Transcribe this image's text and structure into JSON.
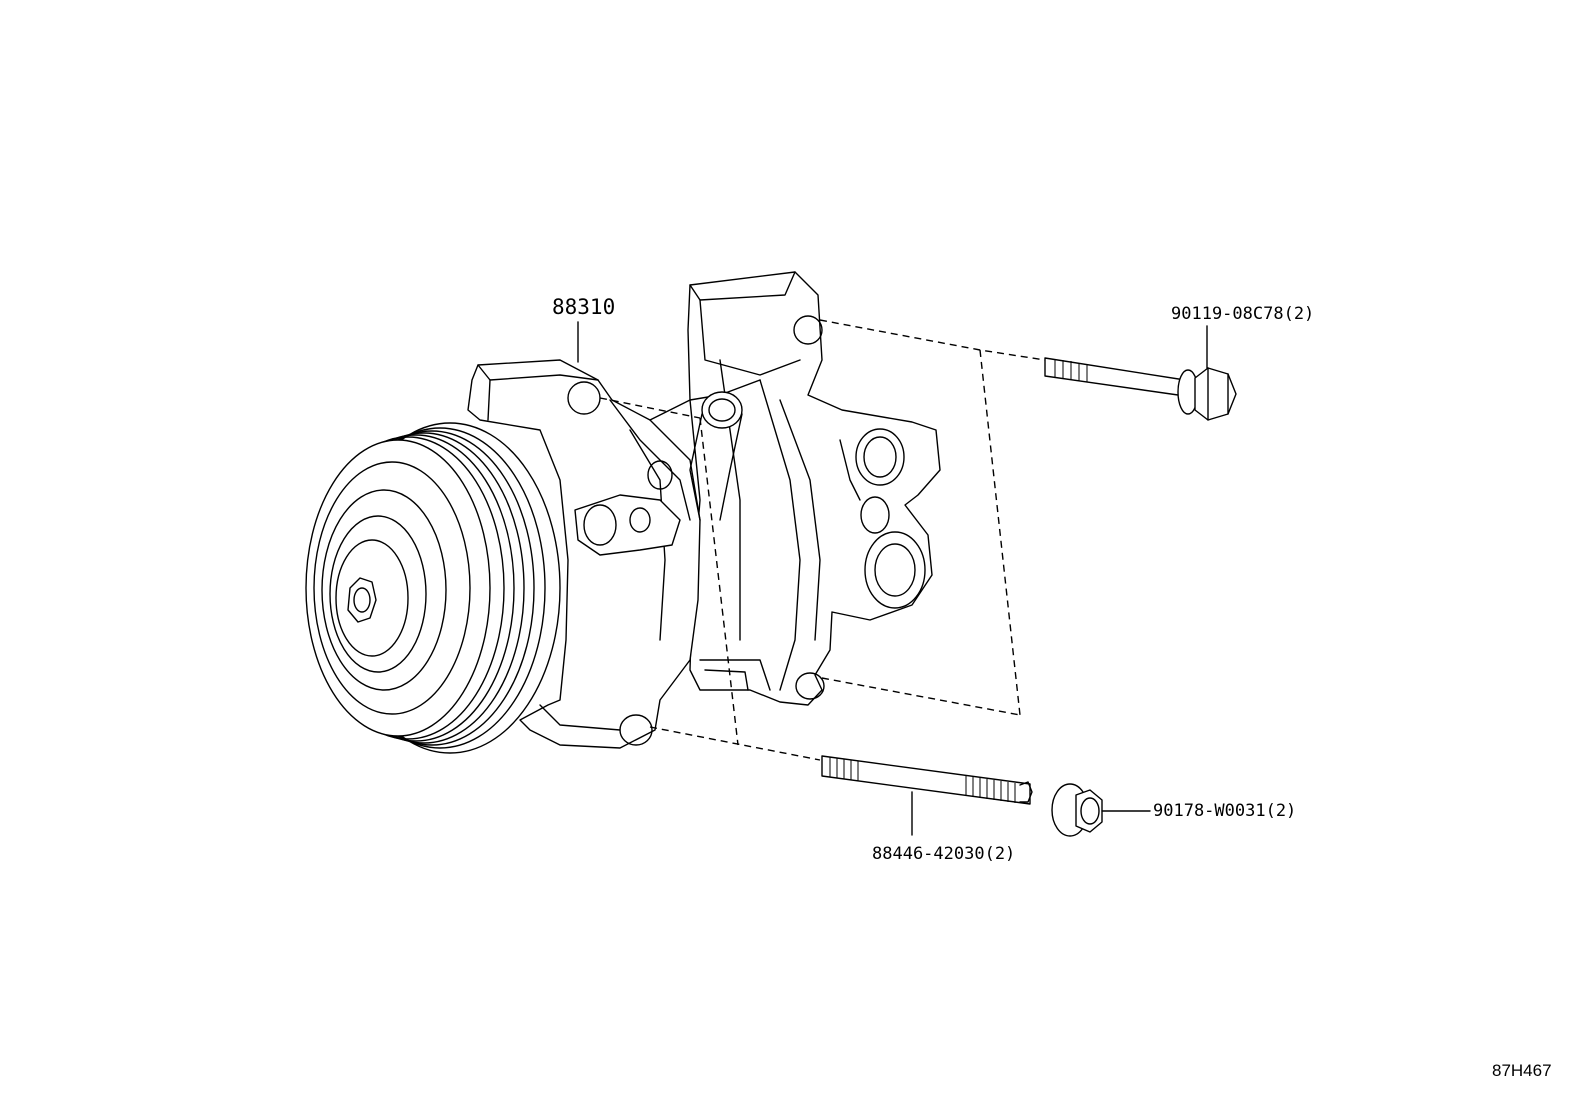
{
  "diagram": {
    "parts": [
      {
        "id": "compressor",
        "label": "88310"
      },
      {
        "id": "bolt",
        "label": "90119-08C78(2)"
      },
      {
        "id": "stud",
        "label": "88446-42030(2)"
      },
      {
        "id": "nut",
        "label": "90178-W0031(2)"
      }
    ],
    "reference_code": "87H467"
  }
}
